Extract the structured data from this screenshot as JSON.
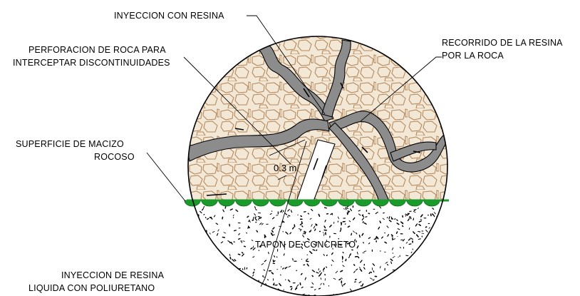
{
  "labels": {
    "injection_resin": "INYECCION CON RESINA",
    "drilling_line1": "PERFORACION DE ROCA PARA",
    "drilling_line2": "INTERCEPTAR DISCONTINUIDADES",
    "resin_path_line1": "RECORRIDO DE LA RESINA",
    "resin_path_line2": "POR LA ROCA",
    "surface_line1": "SUPERFICIE DE MACIZO",
    "surface_line2": "ROCOSO",
    "plug": "TAPON DE CONCRETO",
    "liquid_line1": "INYECCION DE RESINA",
    "liquid_line2": "LIQUIDA CON POLIURETANO",
    "dimension": "0.3 m"
  },
  "colors": {
    "rock_fill": "#f3e7d6",
    "rock_stone_outline": "#b58a5e",
    "resin": "#8c8c8c",
    "ground_line": "#1a9a2a",
    "outline": "#000000"
  }
}
